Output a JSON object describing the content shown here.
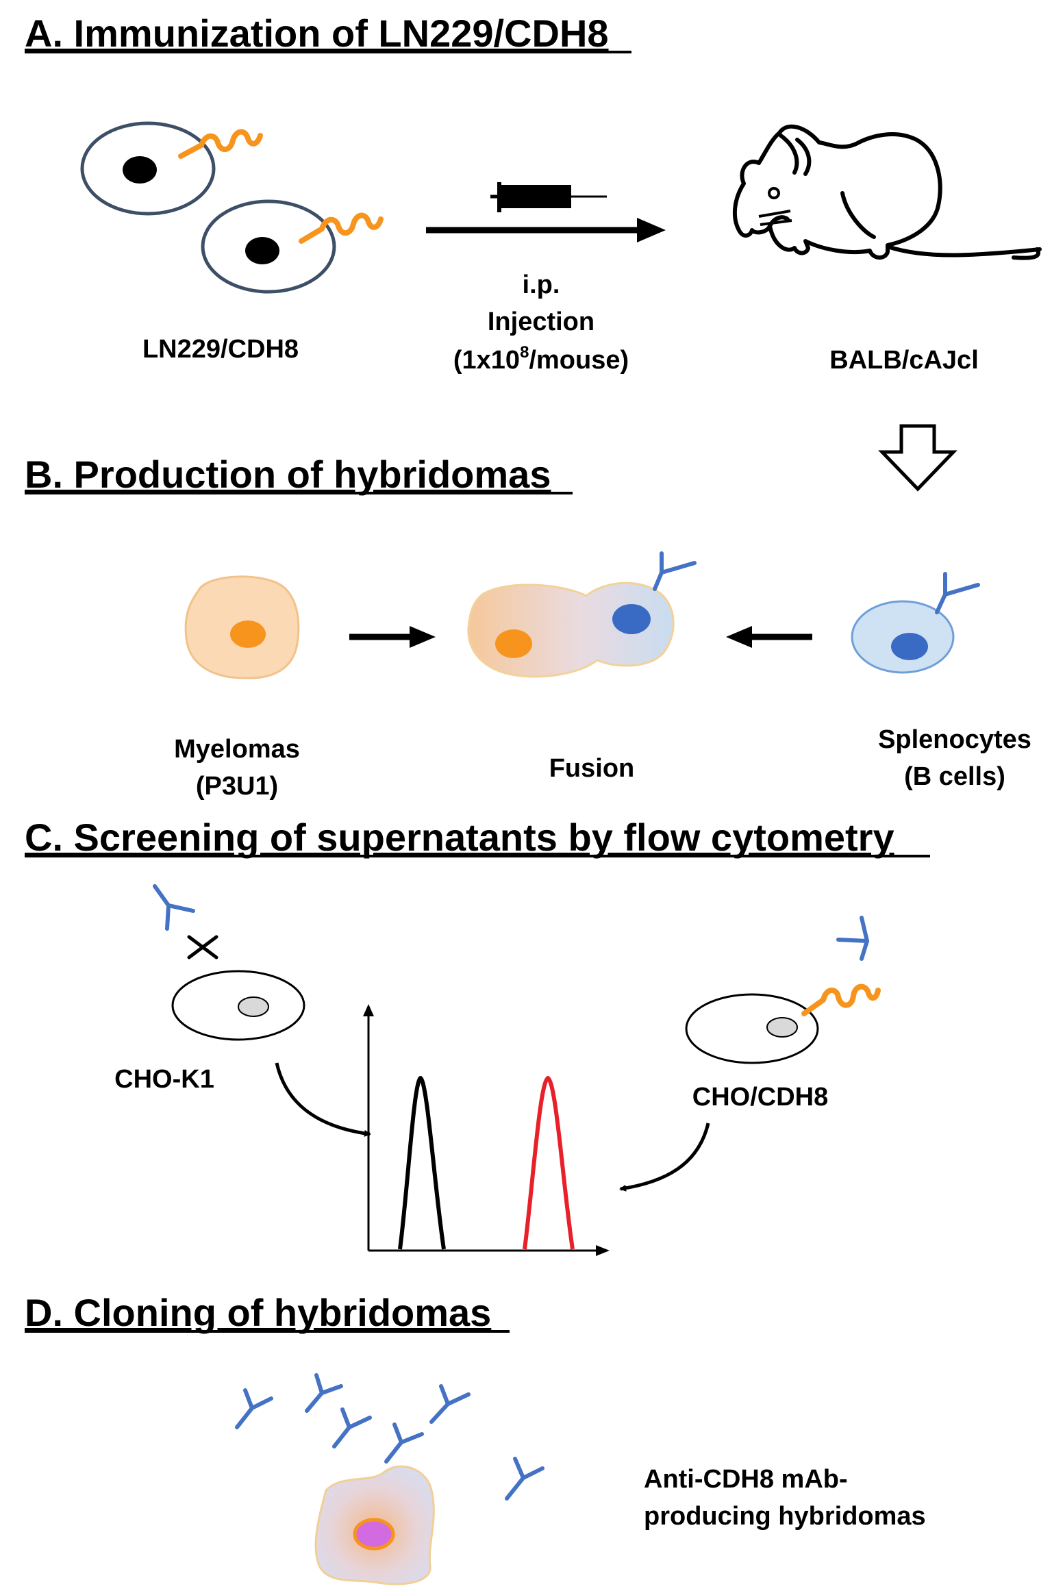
{
  "sections": {
    "a": "A. Immunization of LN229/CDH8",
    "b": "B. Production of hybridomas",
    "c": "C. Screening of supernatants by flow cytometry",
    "d": "D. Cloning of hybridomas"
  },
  "labels": {
    "ln229": "LN229/CDH8",
    "ip": "i.p.",
    "injection": "Injection",
    "dose_prefix": "(1x10",
    "dose_exp": "8",
    "dose_suffix": "/mouse)",
    "balb": "BALB/cAJcl",
    "myelomas": "Myelomas",
    "p3u1": "(P3U1)",
    "fusion": "Fusion",
    "splenocytes": "Splenocytes",
    "bcells": "(B cells)",
    "chok1": "CHO-K1",
    "chocdh8": "CHO/CDH8",
    "anti1": "Anti-CDH8 mAb-",
    "anti2": "producing hybridomas"
  },
  "colors": {
    "cell_outline": "#3d4f66",
    "cdh8": "#f7941d",
    "antibody": "#4472c4",
    "myeloma_fill": "#fbd9b5",
    "myeloma_nucleus": "#f7941d",
    "bcell_fill": "#cfe2f3",
    "bcell_nucleus": "#3a6bc4",
    "peak_negative": "#000000",
    "peak_positive": "#e8202a",
    "clone_nucleus": "#d36be0"
  }
}
